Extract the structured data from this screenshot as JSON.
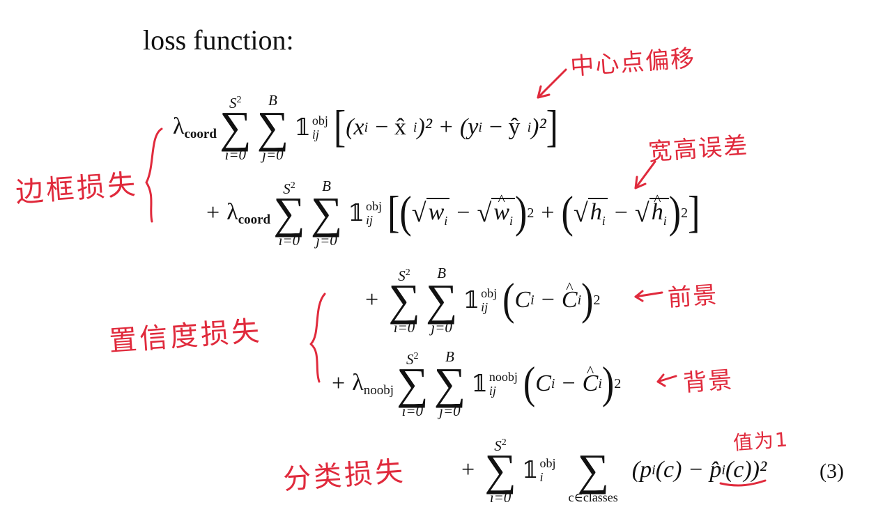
{
  "title": "loss function:",
  "symbols": {
    "lambda_coord": "λ",
    "coord_sub": "coord",
    "noobj_sub": "noobj",
    "sum": "∑",
    "indicator": "𝟙",
    "obj": "obj",
    "noobj": "noobj",
    "ij": "ij",
    "i": "i",
    "S2_base": "S",
    "S2_exp": "2",
    "B": "B",
    "i0": "i=0",
    "j0": "j=0",
    "classes": "c∈classes",
    "plus": "+"
  },
  "terms": {
    "t1": "(x",
    "t1_rest": "− x̂",
    "t1_b": ")² + (y",
    "t1_c": "− ŷ",
    "t1_d": ")²",
    "t2_w": "w",
    "t2_h": "h",
    "t3_c": "C",
    "t5_p": "(p",
    "t5_pc": "(c) − p̂",
    "t5_end": "(c))²"
  },
  "equation_number": "(3)",
  "annotations": {
    "center_offset": "中心点偏移",
    "wh_error": "宽高误差",
    "bbox_loss": "边框损失",
    "confidence_loss": "置信度损失",
    "foreground": "前景",
    "background": "背景",
    "class_loss": "分类损失",
    "value_is_1": "值为1"
  },
  "colors": {
    "ink": "#e02a3c",
    "text": "#111111"
  }
}
